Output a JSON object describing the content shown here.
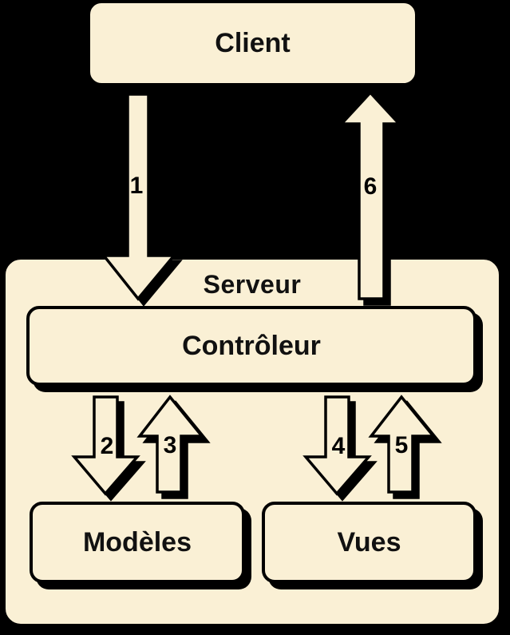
{
  "diagram": {
    "title_visible": false,
    "colors": {
      "background": "#000000",
      "box_fill": "#FAF0D5",
      "outline": "#000000"
    },
    "nodes": {
      "client": {
        "label": "Client"
      },
      "serveur": {
        "label": "Serveur"
      },
      "controleur": {
        "label": "Contrôleur"
      },
      "modeles": {
        "label": "Modèles"
      },
      "vues": {
        "label": "Vues"
      }
    },
    "arrows": [
      {
        "label": "1",
        "direction": "down",
        "from": "Client",
        "to": "Contrôleur"
      },
      {
        "label": "2",
        "direction": "down",
        "from": "Contrôleur",
        "to": "Modèles"
      },
      {
        "label": "3",
        "direction": "up",
        "from": "Modèles",
        "to": "Contrôleur"
      },
      {
        "label": "4",
        "direction": "down",
        "from": "Contrôleur",
        "to": "Vues"
      },
      {
        "label": "5",
        "direction": "up",
        "from": "Vues",
        "to": "Contrôleur"
      },
      {
        "label": "6",
        "direction": "up",
        "from": "Contrôleur",
        "to": "Client"
      }
    ]
  }
}
